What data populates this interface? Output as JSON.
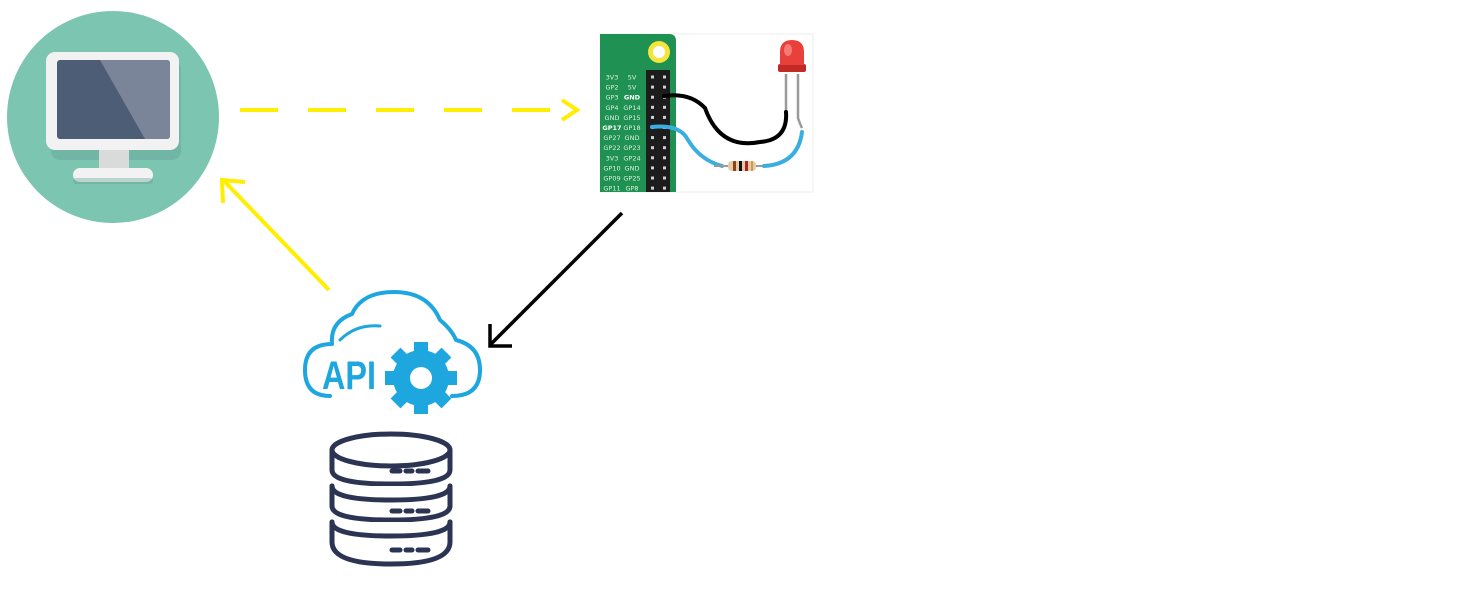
{
  "colors": {
    "monitor_circle": "#7cc5b1",
    "monitor_screen": "#4e5d76",
    "board_green": "#1f9152",
    "led_red": "#e8403a",
    "wire_blue": "#3aaee0",
    "api_blue": "#1ea7df",
    "database_navy": "#2b3553",
    "arrow_yellow": "#ffee00",
    "arrow_black": "#000000"
  },
  "icons": {
    "computer": "desktop-monitor-icon",
    "board": "raspberry-pi-gpio-led-icon",
    "api": "api-cloud-gear-icon",
    "database": "database-stack-icon"
  },
  "gpio": {
    "left": [
      "3V3",
      "GP2",
      "GP3",
      "GP4",
      "GND",
      "GP17",
      "GP27",
      "GP22",
      "3V3",
      "GP10",
      "GP09",
      "GP11"
    ],
    "right": [
      "5V",
      "5V",
      "GND",
      "GP14",
      "GP15",
      "GP18",
      "GND",
      "GP23",
      "GP24",
      "GND",
      "GP25",
      "GP8"
    ]
  },
  "api": {
    "label": "API"
  },
  "connections": [
    {
      "from": "computer",
      "to": "board",
      "style": "dashed",
      "color": "yellow"
    },
    {
      "from": "board",
      "to": "api",
      "style": "solid",
      "color": "black"
    },
    {
      "from": "api",
      "to": "computer",
      "style": "solid",
      "color": "yellow"
    }
  ]
}
